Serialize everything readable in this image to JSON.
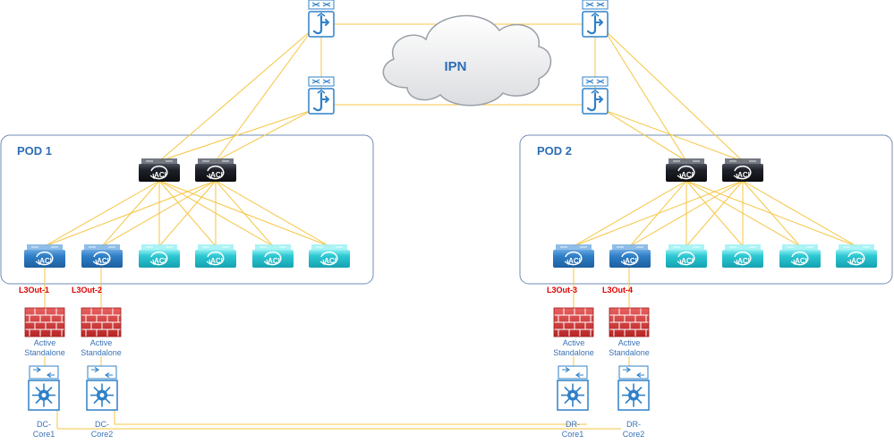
{
  "ipn": {
    "label": "IPN"
  },
  "pods": [
    {
      "label": "POD 1"
    },
    {
      "label": "POD 2"
    }
  ],
  "aci_label": "ACI",
  "l3outs": [
    "L3Out-1",
    "L3Out-2",
    "L3Out-3",
    "L3Out-4"
  ],
  "firewalls": [
    {
      "line1": "Active",
      "line2": "Standalone"
    },
    {
      "line1": "Active",
      "line2": "Standalone"
    },
    {
      "line1": "Active",
      "line2": "Standalone"
    },
    {
      "line1": "Active",
      "line2": "Standalone"
    }
  ],
  "cores": [
    {
      "line1": "DC-",
      "line2": "Core1"
    },
    {
      "line1": "DC-",
      "line2": "Core2"
    },
    {
      "line1": "DR-",
      "line2": "Core1"
    },
    {
      "line1": "DR-",
      "line2": "Core2"
    }
  ],
  "colors": {
    "link": "#F5C542",
    "pod_border": "#6E8BB5",
    "label_blue": "#2E6EB5",
    "spine": "#1A1D24",
    "leaf_blue": "#2F7FC8",
    "leaf_cyan": "#2CC7D2",
    "firewall": "#D63A3A",
    "l3out": "#E00000",
    "router": "#2F80C8"
  }
}
